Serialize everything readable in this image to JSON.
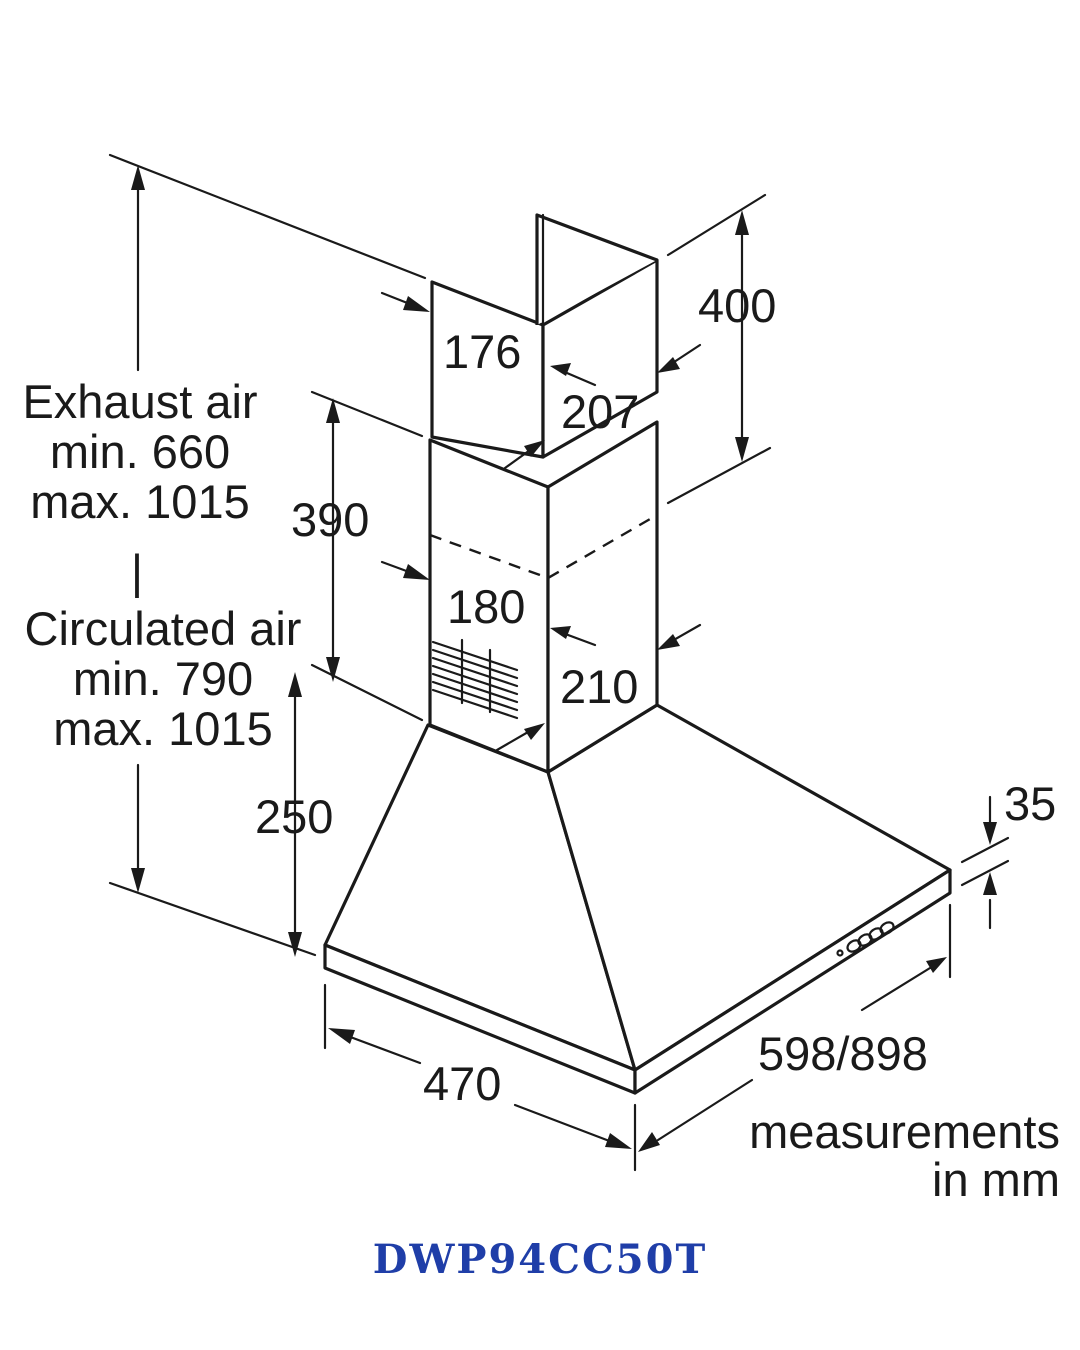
{
  "diagram": {
    "chimney_upper_width": "176",
    "chimney_upper_depth": "207",
    "chimney_upper_height": "400",
    "chimney_lower_width": "180",
    "chimney_lower_depth": "210",
    "chimney_lower_height": "390",
    "canopy_height": "250",
    "canopy_depth": "470",
    "canopy_width": "598/898",
    "edge_height": "35",
    "exhaust_air": [
      "Exhaust air",
      "min. 660",
      "max. 1015"
    ],
    "separator": "|",
    "circulated_air": [
      "Circulated air",
      "min. 790",
      "max. 1015"
    ],
    "units_note": [
      "measurements",
      "in mm"
    ]
  },
  "model_name": "DWP94CC50T",
  "colors": {
    "model_name": "#1f3ea8",
    "lines": "#1a1a1a"
  }
}
